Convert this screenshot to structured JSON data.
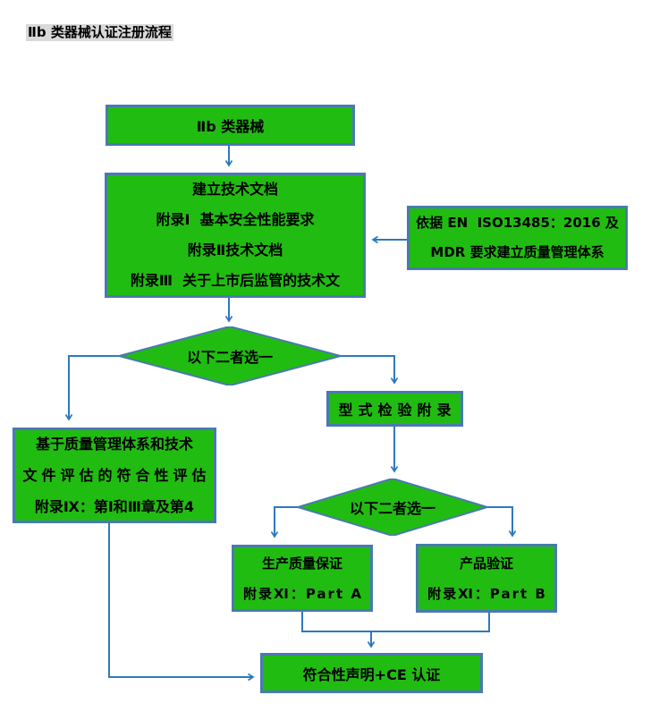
{
  "title": "Ⅱb 类器械认证注册流程",
  "colors": {
    "node_fill": "#21bc11",
    "node_border": "#4a79b2",
    "connector": "#2e79be",
    "title_highlight": "#d9d9d9",
    "text_color": "#000000"
  },
  "nodes": {
    "device_class": {
      "lines": [
        "Ⅱb 类器械"
      ]
    },
    "tech_doc": {
      "lines": [
        "建立技术文档",
        "附录Ⅰ  基本安全性能要求",
        "附录Ⅱ技术文档",
        "附录Ⅲ  关于上市后监管的技术文"
      ]
    },
    "qms_requirement": {
      "lines": [
        "依据 EN  ISO13485：2016 及",
        "MDR 要求建立质量管理体系"
      ]
    },
    "decision1": {
      "label": "以下二者选一"
    },
    "qms_route": {
      "lines": [
        "基于质量管理体系和技术",
        "文件评估的符合性评估",
        "附录Ⅸ：第Ⅰ和Ⅲ章及第4"
      ]
    },
    "type_test": {
      "label": "型式检验附录"
    },
    "decision2": {
      "label": "以下二者选一"
    },
    "production_qa": {
      "lines": [
        "生产质量保证",
        "附录Ⅺ：Part A"
      ]
    },
    "product_verification": {
      "lines": [
        "产品验证",
        "附录Ⅺ：Part B"
      ]
    },
    "ce_declaration": {
      "label": "符合性声明+CE 认证"
    }
  }
}
